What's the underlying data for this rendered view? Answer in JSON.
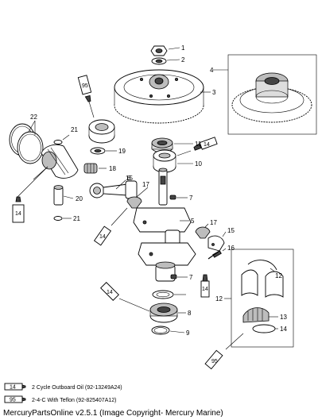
{
  "callouts": {
    "c1": "1",
    "c2": "2",
    "c3": "3",
    "c4": "4",
    "c5": "5",
    "c6": "6",
    "c7a": "7",
    "c7b": "7",
    "c8": "8",
    "c9": "9",
    "c10": "10",
    "c11": "11",
    "c12a": "12",
    "c12b": "12",
    "c13": "13",
    "c14": "14",
    "c15a": "15",
    "c15b": "15",
    "c16": "16",
    "c17a": "17",
    "c17b": "17",
    "c18": "18",
    "c19": "19",
    "c20": "20",
    "c21a": "21",
    "c21b": "21",
    "c22": "22"
  },
  "tube_labels": {
    "t95a": "95",
    "t14a": "14",
    "t14b": "14",
    "t14c": "14",
    "t95b": "95",
    "t14d": "14",
    "t14e": "14"
  },
  "legend": [
    {
      "code": "14",
      "text": "2 Cycle Outboard Oil (92-13249A24)"
    },
    {
      "code": "95",
      "text": "2-4-C  With Teflon (92-825407A12)"
    }
  ],
  "footer": "MercuryPartsOnline v2.5.1 (Image Copyright- Mercury Marine)"
}
